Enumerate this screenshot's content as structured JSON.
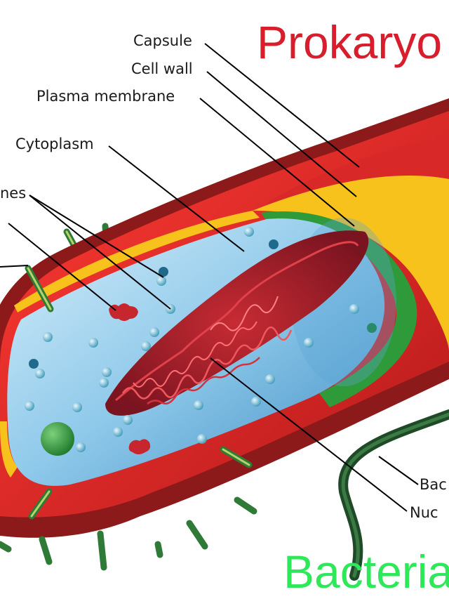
{
  "titles": {
    "top": "Prokaryo",
    "bottom": "Bacteria"
  },
  "labels": {
    "capsule": "Capsule",
    "cell_wall": "Cell wall",
    "plasma_membrane": "Plasma membrane",
    "cytoplasm": "Cytoplasm",
    "ribosomes": "nes",
    "flagellum": "Bac",
    "nucleoid": "Nuc"
  },
  "colors": {
    "capsule_outer": "#8c1a1a",
    "capsule": "#e52a2a",
    "cell_wall": "#f7c21b",
    "plasma_membrane": "#2e9a3a",
    "cytoplasm": "#8cc8e8",
    "nucleoid": "#b0212a",
    "pili": "#2e7a36",
    "flagellum": "#1f4a28",
    "title_red": "#d81e2c",
    "title_green": "#2ee85a"
  }
}
